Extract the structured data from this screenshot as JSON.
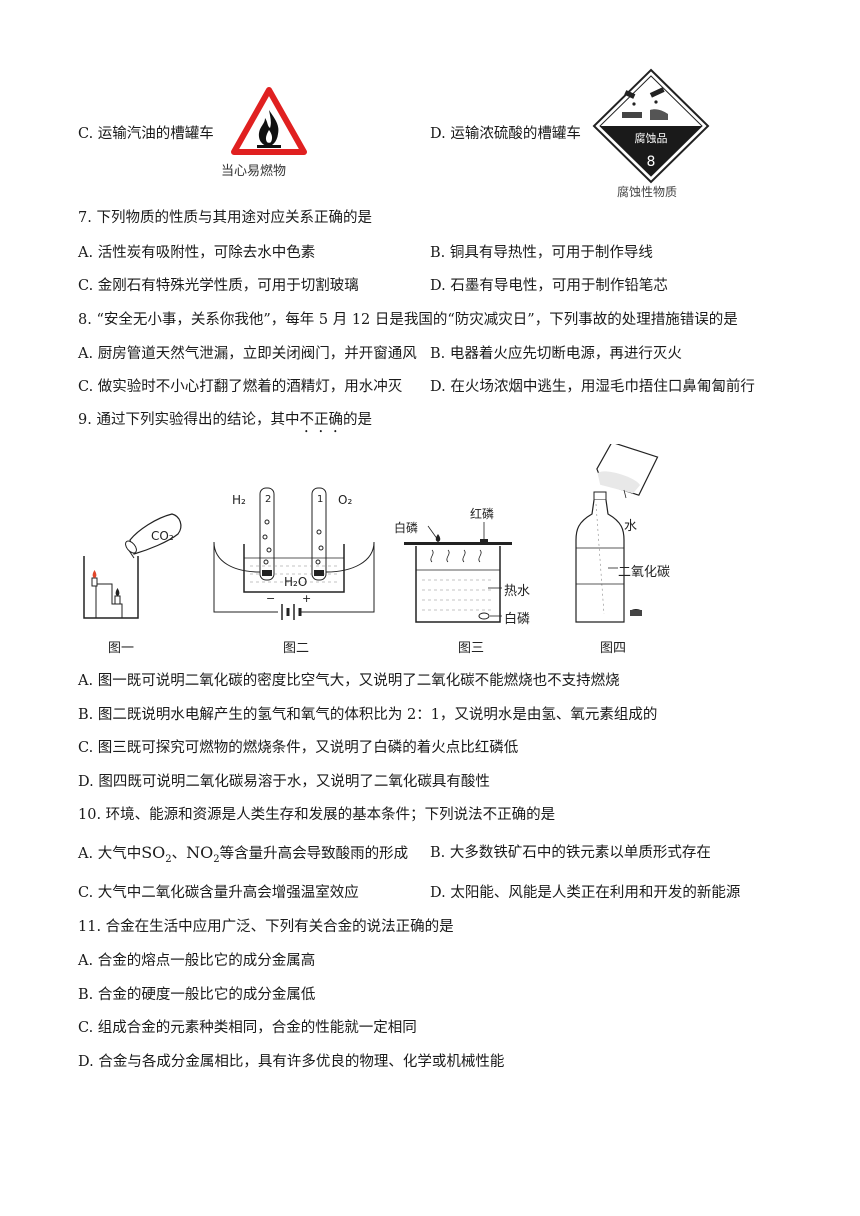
{
  "q6": {
    "option_c": "C. 运输汽油的槽罐车",
    "option_d": "D. 运输浓硫酸的槽罐车",
    "sign_c_caption": "当心易燃物",
    "sign_d_text": "腐蚀品",
    "sign_d_number": "8",
    "sign_d_caption": "腐蚀性物质"
  },
  "q7": {
    "stem": "7. 下列物质的性质与其用途对应关系正确的是",
    "a": "A. 活性炭有吸附性，可除去水中色素",
    "b": "B. 铜具有导热性，可用于制作导线",
    "c": "C. 金刚石有特殊光学性质，可用于切割玻璃",
    "d": "D. 石墨有导电性，可用于制作铅笔芯"
  },
  "q8": {
    "stem": "8. “安全无小事，关系你我他”，每年 5 月 12 日是我国的“防灾减灾日”，下列事故的处理措施错误的是",
    "a": "A. 厨房管道天然气泄漏，立即关闭阀门，并开窗通风",
    "b": "B. 电器着火应先切断电源，再进行灭火",
    "c": "C. 做实验时不小心打翻了燃着的酒精灯，用水冲灭",
    "d": "D. 在火场浓烟中逃生，用湿毛巾捂住口鼻匍匐前行"
  },
  "q9": {
    "stem_prefix": "9. 通过下列实验得出的结论，其中",
    "stem_emph": "不正确",
    "stem_suffix": "的是",
    "fig1": {
      "caption": "图一",
      "co2_label": "CO₂"
    },
    "fig2": {
      "caption": "图二",
      "h2": "H₂",
      "o2": "O₂",
      "n2": "2",
      "n1": "1",
      "water": "H₂O",
      "minus": "−",
      "plus": "+"
    },
    "fig3": {
      "caption": "图三",
      "white_p_top": "白磷",
      "red_p": "红磷",
      "hot_water": "热水",
      "white_p_bottom": "白磷"
    },
    "fig4": {
      "caption": "图四",
      "water": "水",
      "co2": "二氧化碳"
    },
    "a": "A. 图一既可说明二氧化碳的密度比空气大，又说明了二氧化碳不能燃烧也不支持燃烧",
    "b": "B. 图二既说明水电解产生的氢气和氧气的体积比为 2：1，又说明水是由氢、氧元素组成的",
    "c": "C. 图三既可探究可燃物的燃烧条件，又说明了白磷的着火点比红磷低",
    "d": "D. 图四既可说明二氧化碳易溶于水，又说明了二氧化碳具有酸性"
  },
  "q10": {
    "stem": "10. 环境、能源和资源是人类生存和发展的基本条件；下列说法不正确的是",
    "a_prefix": "A. 大气中",
    "a_so": "SO",
    "a_so_sub": "2",
    "a_sep": "、",
    "a_no": "NO",
    "a_no_sub": "2",
    "a_suffix": "等含量升高会导致酸雨的形成",
    "b": "B. 大多数铁矿石中的铁元素以单质形式存在",
    "c": "C. 大气中二氧化碳含量升高会增强温室效应",
    "d": "D. 太阳能、风能是人类正在利用和开发的新能源"
  },
  "q11": {
    "stem": "11. 合金在生活中应用广泛、下列有关合金的说法正确的是",
    "a": "A. 合金的熔点一般比它的成分金属高",
    "b": "B. 合金的硬度一般比它的成分金属低",
    "c": "C. 组成合金的元素种类相同，合金的性能就一定相同",
    "d": "D. 合金与各成分金属相比，具有许多优良的物理、化学或机械性能"
  }
}
